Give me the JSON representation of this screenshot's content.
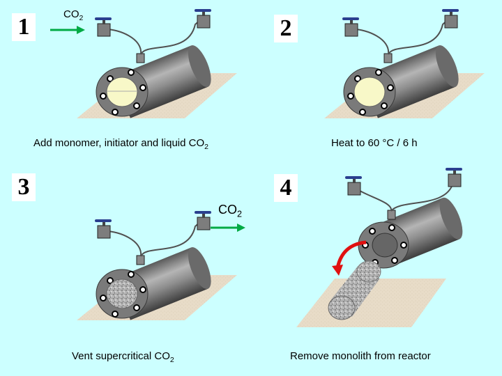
{
  "steps": [
    {
      "number": "1",
      "caption": "Add monomer, initiator and liquid CO",
      "caption_sub": "2"
    },
    {
      "number": "2",
      "caption": "Heat to 60 °C / 6 h",
      "caption_sub": ""
    },
    {
      "number": "3",
      "caption": "Vent supercritical CO",
      "caption_sub": "2"
    },
    {
      "number": "4",
      "caption": "Remove monolith from reactor",
      "caption_sub": ""
    }
  ],
  "co2_labels": [
    {
      "text": "CO",
      "sub": "2"
    },
    {
      "text": "CO",
      "sub": "2"
    }
  ],
  "colors": {
    "background": "#ccffff",
    "reactor": "#8c8c8c",
    "platform": "#e8dcc8",
    "valve_handle": "#2a3f8f",
    "flow_arrow": "#00aa44",
    "removal_arrow": "#e01010",
    "monomer_liquid": "#f8f8c8",
    "monolith": "#b8b8b8"
  },
  "icons": [
    "valve-icon",
    "flow-arrow-icon",
    "curved-arrow-icon"
  ]
}
